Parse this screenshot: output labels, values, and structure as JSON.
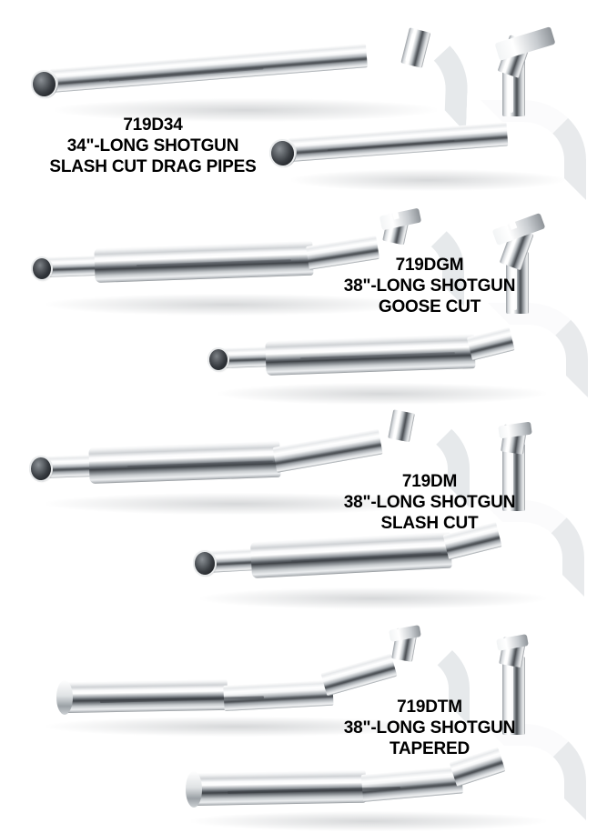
{
  "page": {
    "background_color": "#ffffff",
    "text_color": "#000000",
    "chrome_highlight": "#ffffff",
    "chrome_midtone": "#9fa4a9",
    "chrome_shadow": "#3f4348",
    "tip_color": "#24272b"
  },
  "products": [
    {
      "part_number": "719D34",
      "length_line": "34\"-LONG SHOTGUN",
      "style_line": "SLASH CUT DRAG PIPES",
      "pipe_count": 2,
      "tip_style": "slash-cut",
      "profile": "straight"
    },
    {
      "part_number": "719DGM",
      "length_line": "38\"-LONG SHOTGUN",
      "style_line": "GOOSE CUT",
      "pipe_count": 2,
      "tip_style": "goose-cut",
      "profile": "bulged-muffler"
    },
    {
      "part_number": "719DM",
      "length_line": "38\"-LONG SHOTGUN",
      "style_line": "SLASH CUT",
      "pipe_count": 2,
      "tip_style": "slash-cut",
      "profile": "bulged-muffler"
    },
    {
      "part_number": "719DTM",
      "length_line": "38\"-LONG SHOTGUN",
      "style_line": "TAPERED",
      "pipe_count": 2,
      "tip_style": "straight-cut",
      "profile": "tapered"
    }
  ]
}
